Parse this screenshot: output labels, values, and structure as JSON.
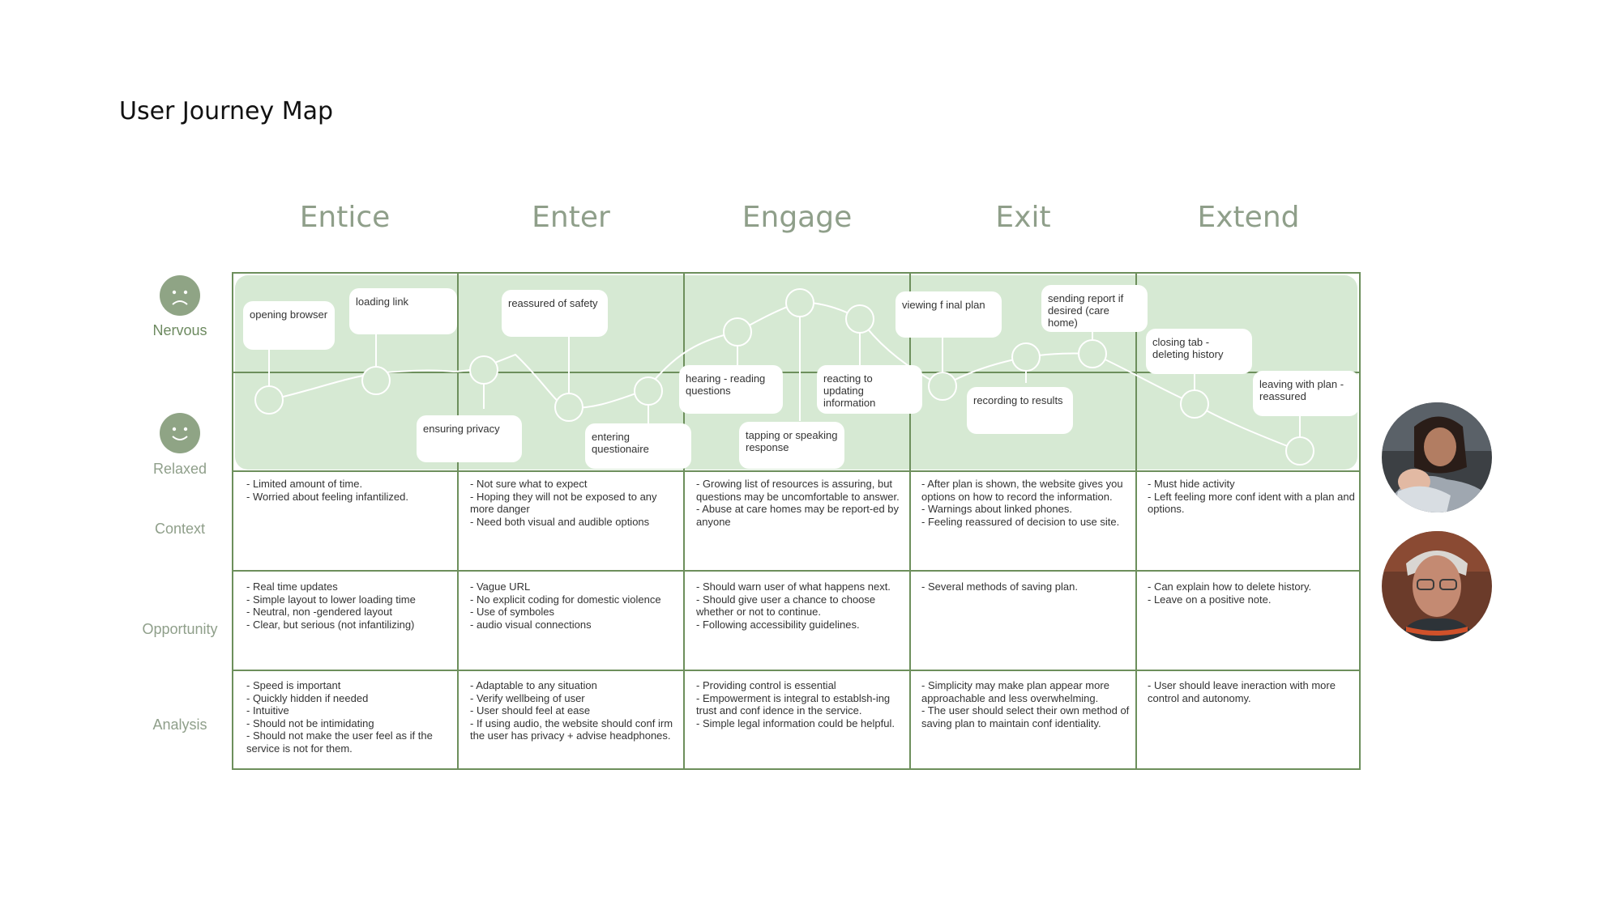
{
  "title": "User Journey Map",
  "stages": [
    "Entice",
    "Enter",
    "Engage",
    "Exit",
    "Extend"
  ],
  "row_labels": {
    "nervous": "Nervous",
    "relaxed": "Relaxed",
    "context": "Context",
    "opportunity": "Opportunity",
    "analysis": "Analysis"
  },
  "icons": {
    "nervous": "sad-face-icon",
    "relaxed": "smiley-face-icon",
    "photo_1": "mother-and-baby-photo",
    "photo_2": "elderly-man-photo"
  },
  "touchpoints": [
    "opening browser",
    "loading link",
    "ensuring privacy",
    "reassured of safety",
    "entering questionaire",
    "hearing - reading questions",
    "tapping or speaking response",
    "reacting to updating information",
    "viewing f inal plan",
    "recording to results",
    "sending report if desired (care home)",
    "closing tab - deleting history",
    "leaving with plan - reassured"
  ],
  "context": [
    "- Limited amount of time.\n- Worried about feeling infantilized.",
    "- Not sure what to expect\n- Hoping they will not be exposed to any more danger\n- Need both visual and audible options",
    "- Growing list of resources is assuring, but questions may be uncomfortable to answer.\n- Abuse at care homes may be report-ed by anyone",
    "- After plan is shown, the website gives you options on how to record the information.\n- Warnings about linked phones.\n- Feeling reassured of decision to use site.",
    "- Must hide activity\n- Left feeling more conf ident with a plan and options."
  ],
  "opportunity": [
    "- Real time updates\n- Simple layout to lower loading time\n- Neutral, non -gendered layout\n- Clear, but serious (not infantilizing)",
    "- Vague URL\n- No explicit coding for domestic violence\n- Use of symboles\n- audio visual connections",
    "- Should warn user of what happens next.\n- Should give user a chance to choose whether or not to continue.\n- Following accessibility guidelines.",
    "- Several methods of saving plan.",
    "- Can explain how to delete history.\n- Leave on a positive note."
  ],
  "analysis": [
    "- Speed is important\n- Quickly hidden if needed\n- Intuitive\n- Should not be intimidating\n- Should not make the user feel as if the service is not for them.",
    "- Adaptable to any situation\n- Verify wellbeing of user\n- User should feel at ease\n- If using audio, the website should conf irm the user has privacy + advise headphones.",
    "- Providing control is essential\n- Empowerment is integral to establsh-ing trust and conf idence in the service.\n- Simple legal information could be helpful.",
    "- Simplicity may make plan appear more approachable and less overwhelming.\n- The user should select their own method of saving plan to maintain conf identiality.",
    "- User should leave ineraction with more control and autonomy."
  ],
  "colors": {
    "stage_text": "#8f9f8a",
    "grid_line": "#6d8f5c",
    "emotion_band": "#d6e9d3",
    "face_fill": "#8fa485"
  }
}
